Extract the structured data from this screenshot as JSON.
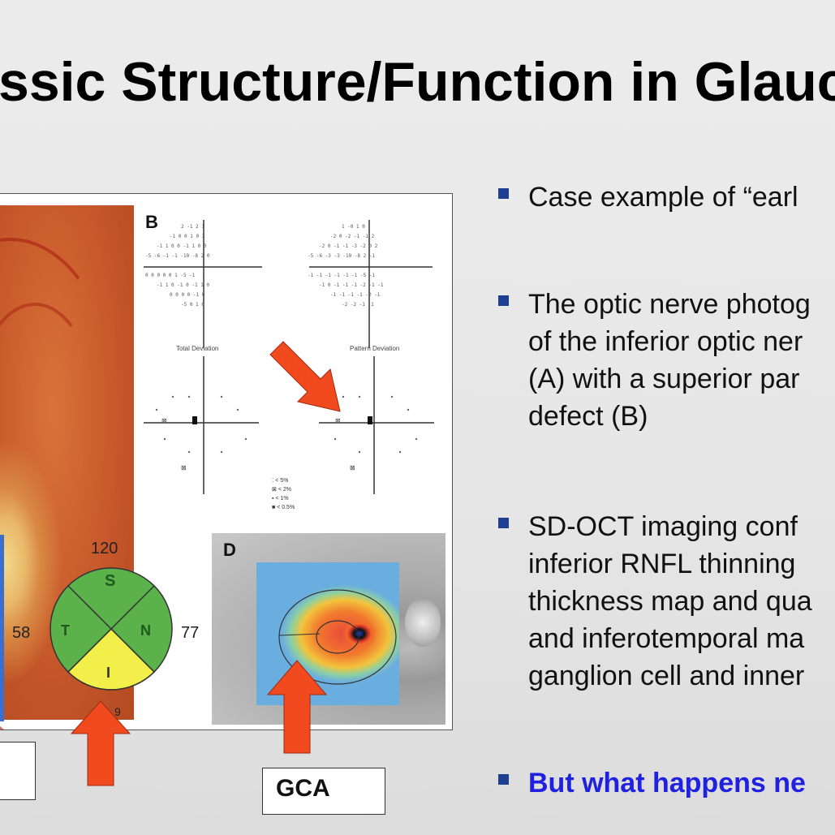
{
  "slide": {
    "title": "ssic Structure/Function in Glauc"
  },
  "figure": {
    "panel_b_letter": "B",
    "panel_d_letter": "D",
    "total_deviation_label": "Total Deviation",
    "pattern_deviation_label": "Pattern Deviation",
    "legend": [
      "< 5%",
      "< 2%",
      "< 1%",
      "< 0.5%"
    ],
    "sector_top": "120",
    "sector_left": "58",
    "sector_right": "77",
    "sector_s": "S",
    "sector_t": "T",
    "sector_n": "N",
    "sector_i": "I",
    "sector_bottom_partial": "9"
  },
  "labels": {
    "gca": "GCA"
  },
  "bullets": [
    {
      "text": "Case example of “earl"
    },
    {
      "text": "The optic nerve photog\nof the inferior optic ner\n(A) with a superior par\ndefect (B)"
    },
    {
      "text": "SD-OCT imaging conf\ninferior RNFL thinning\nthickness map and qua\nand inferotemporal ma\nganglion cell and inner"
    },
    {
      "text": "But what happens ne"
    }
  ],
  "colors": {
    "bullet_square": "#1f3f8f",
    "highlight_text": "#2020e0",
    "arrow": "#f04a1e",
    "sector_green": "#5cb24a",
    "sector_yellow": "#f2ee4a"
  }
}
